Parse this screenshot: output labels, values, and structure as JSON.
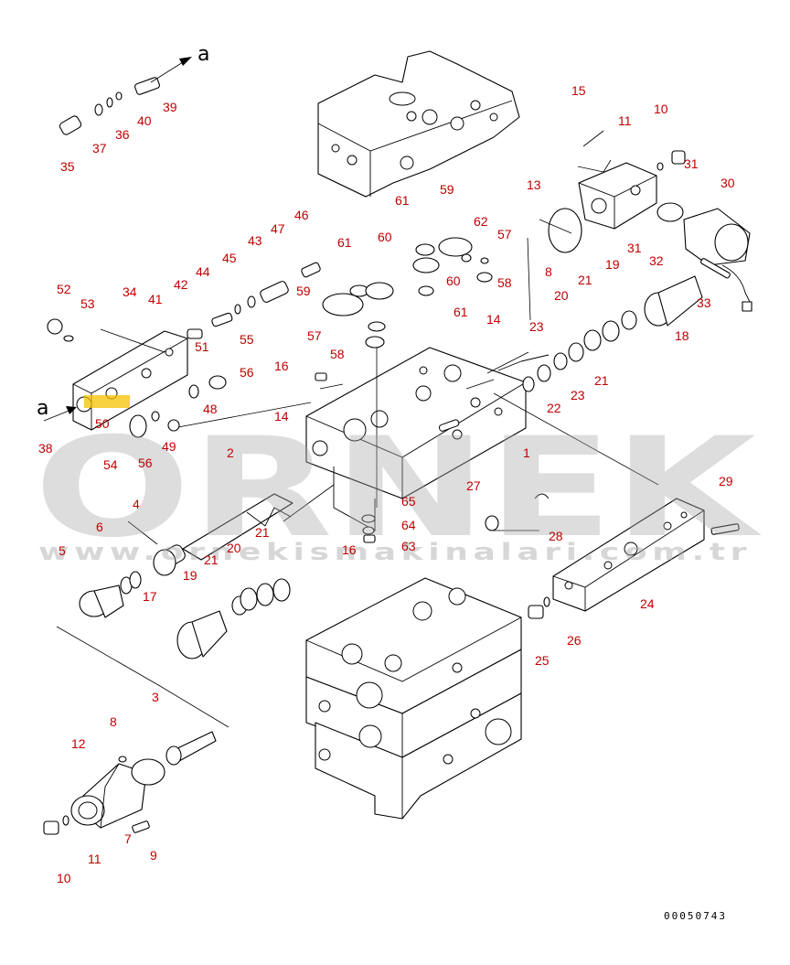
{
  "drawing": {
    "code": "00050743",
    "arrow_label": "a"
  },
  "watermark": {
    "brand": "ORNEK",
    "url": "www.ornekismakinalari.com.tr"
  },
  "callouts": [
    "1",
    "2",
    "3",
    "4",
    "5",
    "6",
    "7",
    "8",
    "9",
    "10",
    "11",
    "12",
    "13",
    "14",
    "15",
    "16",
    "17",
    "18",
    "19",
    "20",
    "21",
    "22",
    "23",
    "24",
    "25",
    "26",
    "27",
    "28",
    "29",
    "30",
    "31",
    "32",
    "33",
    "34",
    "35",
    "36",
    "37",
    "38",
    "39",
    "40",
    "41",
    "42",
    "43",
    "44",
    "45",
    "46",
    "47",
    "48",
    "49",
    "50",
    "51",
    "52",
    "53",
    "54",
    "55",
    "56",
    "57",
    "58",
    "59",
    "60",
    "61",
    "62",
    "63",
    "64",
    "65"
  ],
  "colors": {
    "callout": "#c00000",
    "line": "#000000",
    "highlight": "#f5c000",
    "watermark": "#a8a8a8"
  }
}
